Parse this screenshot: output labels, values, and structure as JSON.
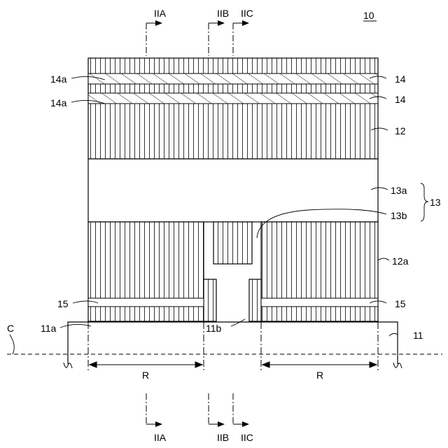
{
  "figure_number": "10",
  "section_labels": {
    "top": [
      "IIA",
      "IIB",
      "IIC"
    ],
    "bottom": [
      "IIA",
      "IIB",
      "IIC"
    ]
  },
  "labels": {
    "l14a_1": "14a",
    "l14a_2": "14a",
    "l14_1": "14",
    "l14_2": "14",
    "l12": "12",
    "l13a": "13a",
    "l13": "13",
    "l13b": "13b",
    "l12a": "12a",
    "l15_left": "15",
    "l15_right": "15",
    "l11a": "11a",
    "l11b": "11b",
    "l11": "11",
    "lC": "C",
    "lR_left": "R",
    "lR_right": "R"
  }
}
